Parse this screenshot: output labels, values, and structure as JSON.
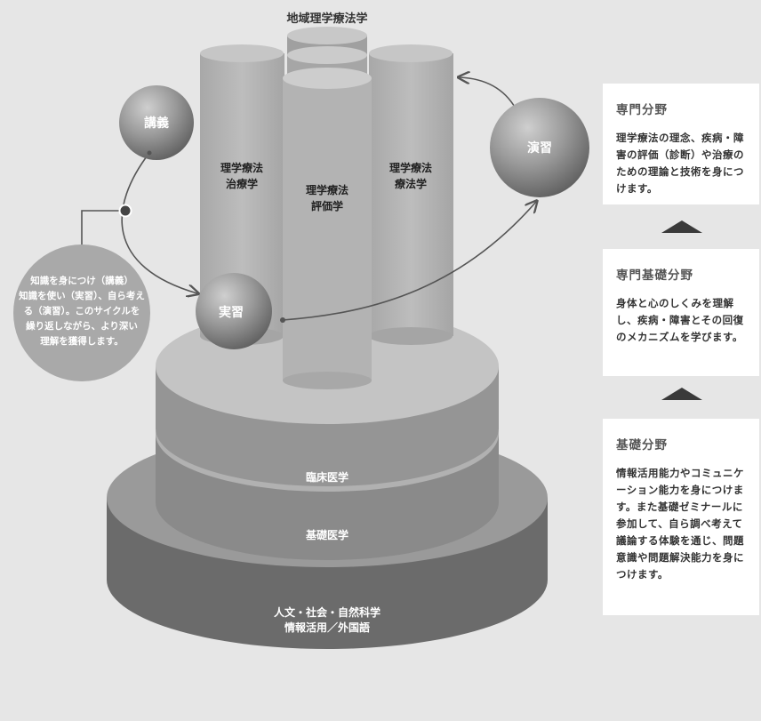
{
  "diagram": {
    "top_label": "地域理学療法学",
    "cylinders": {
      "left": "理学療法\n治療学",
      "center": "理学療法\n評価学",
      "right": "理学療法\n療法学"
    },
    "tiers": {
      "tier2": "臨床医学",
      "tier3": "基礎医学",
      "base": "人文・社会・自然科学\n情報活用／外国語"
    },
    "spheres": {
      "lecture": "講義",
      "practice": "演習",
      "training": "実習"
    },
    "note": "知識を身につけ（講義）\n知識を使い（実習）、自ら考え\nる（演習）。このサイクルを\n繰り返しながら、より深い\n理解を獲得します。"
  },
  "panels": [
    {
      "title": "専門分野",
      "body": "理学療法の理念、疾病・障害の評価（診断）や治療のための理論と技術を身につけます。"
    },
    {
      "title": "専門基礎分野",
      "body": "身体と心のしくみを理解し、疾病・障害とその回復のメカニズムを学びます。"
    },
    {
      "title": "基礎分野",
      "body": "情報活用能力やコミュニケーション能力を身につけます。また基礎ゼミナールに参加して、自ら調べ考えて議論する体験を通じ、問題意識や問題解決能力を身につけます。"
    }
  ],
  "colors": {
    "background": "#e6e6e6",
    "panel": "#ffffff",
    "arrow": "#555555"
  }
}
